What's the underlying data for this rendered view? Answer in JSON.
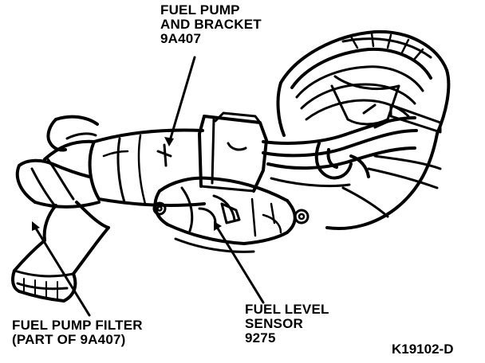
{
  "labels": {
    "fuel_pump": {
      "line1": "FUEL PUMP",
      "line2": "AND BRACKET",
      "line3": "9A407"
    },
    "fuel_pump_filter": {
      "line1": "FUEL PUMP FILTER",
      "line2": "(PART OF 9A407)"
    },
    "fuel_level_sensor": {
      "line1": "FUEL LEVEL",
      "line2": "SENSOR",
      "line3": "9275"
    }
  },
  "figure_id": "K19102-D",
  "colors": {
    "ink": "#000000",
    "paper": "#ffffff"
  }
}
